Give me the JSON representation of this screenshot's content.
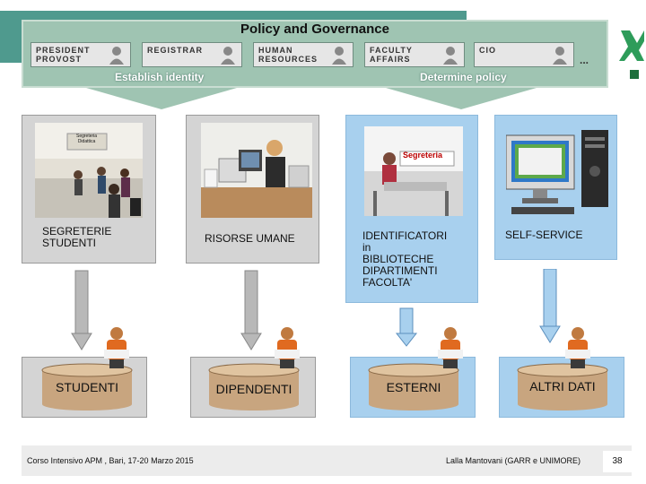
{
  "governance": {
    "title": "Policy and Governance",
    "roles": [
      {
        "label": "PRESIDENT\nPROVOST"
      },
      {
        "label": "REGISTRAR"
      },
      {
        "label": "HUMAN\nRESOURCES"
      },
      {
        "label": "FACULTY\nAFFAIRS"
      },
      {
        "label": "CIO"
      }
    ],
    "ellipsis": "...",
    "left_subtitle": "Establish identity",
    "right_subtitle": "Determine policy"
  },
  "sources": [
    {
      "label": "SEGRETERIE\nSTUDENTI",
      "photo_sign": "Segreteria\nDidattica",
      "color": "#d4d4d4"
    },
    {
      "label": "RISORSE UMANE",
      "color": "#d4d4d4"
    },
    {
      "label": "IDENTIFICATORI\nin\nBIBLIOTECHE\nDIPARTIMENTI\nFACOLTA'",
      "photo_sign": "Segreteria",
      "color": "#a8d0ee"
    },
    {
      "label": "SELF-SERVICE",
      "color": "#a8d0ee"
    }
  ],
  "databases": [
    {
      "label": "STUDENTI"
    },
    {
      "label": "DIPENDENTI"
    },
    {
      "label": "ESTERNI"
    },
    {
      "label": "ALTRI DATI"
    }
  ],
  "footer": {
    "left": "Corso Intensivo APM , Bari, 17-20 Marzo 2015",
    "right": "Lalla Mantovani (GARR e UNIMORE)",
    "page": "38"
  },
  "colors": {
    "governance_bg": "#9fc4b2",
    "banner": "#4f9a8e",
    "grey_panel": "#d4d4d4",
    "blue_panel": "#a8d0ee",
    "cylinder": "#c8a57f"
  }
}
